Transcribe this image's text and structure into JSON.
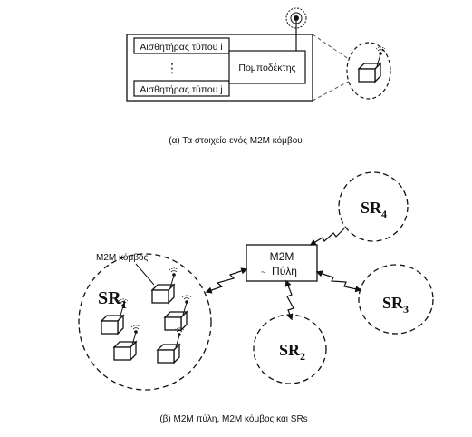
{
  "part_a": {
    "sensor_i": "Αισθητήρας τύπου i",
    "dots": "⋮",
    "sensor_j": "Αισθητήρας τύπου j",
    "transceiver": "Πομποδέκτης",
    "caption": "(α) Τα στοιχεία ενός M2M κόμβου"
  },
  "part_b": {
    "gateway_line1": "M2M",
    "gateway_line2": "Πύλη",
    "node_label": "M2M κόμβος",
    "regions": [
      {
        "base": "SR",
        "sub": "1"
      },
      {
        "base": "SR",
        "sub": "2"
      },
      {
        "base": "SR",
        "sub": "3"
      },
      {
        "base": "SR",
        "sub": "4"
      }
    ],
    "caption": "(β) M2M πύλη, M2M κόμβος και SRs"
  },
  "icons": [
    "antenna-icon",
    "node-box-icon",
    "wireless-link-icon"
  ]
}
